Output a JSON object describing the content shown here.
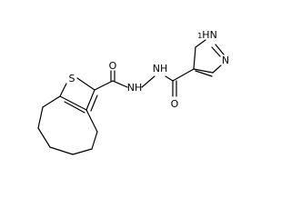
{
  "molecule": {
    "atoms": {
      "s1": "S",
      "o1": "O",
      "o2": "O",
      "nh1": "NH",
      "nh2": "NH",
      "n_ring": "N",
      "nh_ring": "H"
    }
  }
}
